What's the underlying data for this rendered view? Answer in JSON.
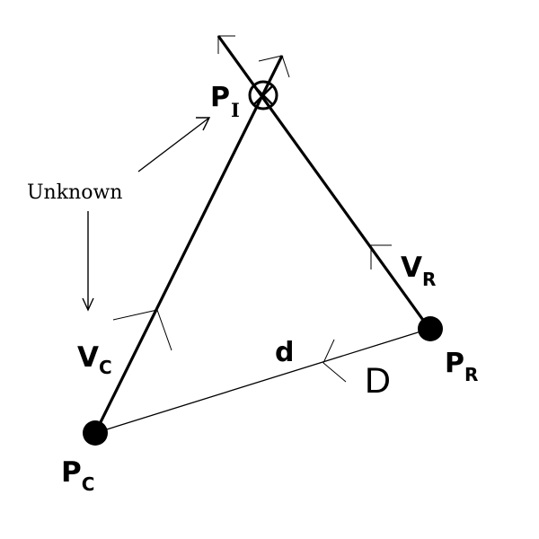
{
  "points": {
    "pc": {
      "main": "P",
      "sub": "C"
    },
    "pr": {
      "main": "P",
      "sub": "R"
    },
    "pi": {
      "main": "P",
      "sub": "I"
    }
  },
  "vectors": {
    "vc": {
      "main": "V",
      "sub": "C"
    },
    "vr": {
      "main": "V",
      "sub": "R"
    }
  },
  "distance": {
    "label": "d",
    "vector_label": "D"
  },
  "annotation": {
    "text": "Unknown"
  },
  "colors": {
    "ink": "#000000",
    "background": "#ffffff"
  }
}
